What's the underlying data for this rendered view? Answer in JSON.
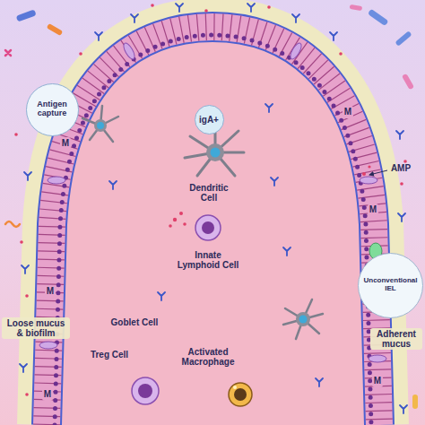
{
  "diagram": {
    "nodes": [
      {
        "text": [
          "Antigen capture"
        ]
      },
      {
        "text": [
          "igA+"
        ]
      },
      {
        "text": [
          "Unconventional IEL"
        ]
      }
    ],
    "labels": [
      "AMP",
      "Dendritic Cell",
      "Innate Lymphoid Cell",
      "Loose mucus & biofilm",
      "Goblet Cell",
      "Adherent mucus",
      "Treg Cell",
      "Activated Macrophage",
      "M",
      "M",
      "M",
      "M",
      "M",
      "M"
    ]
  }
}
